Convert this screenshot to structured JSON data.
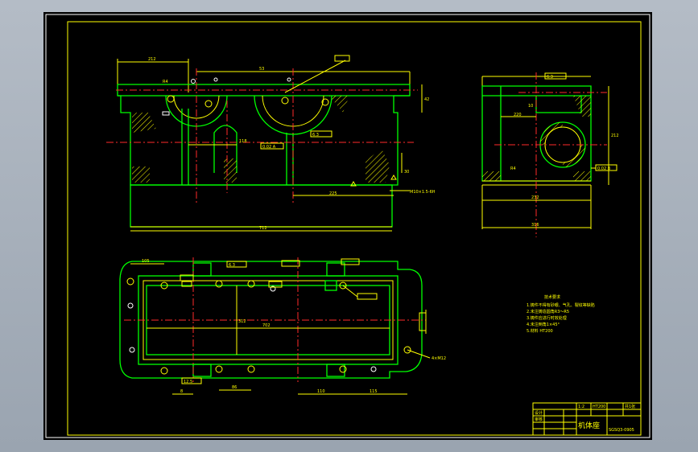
{
  "drawing": {
    "background_color": "#000000",
    "line_colors": {
      "outline": "#00ff00",
      "dimension": "#ffff00",
      "centerline": "#ff2a2a",
      "detail": "#ffffff"
    },
    "front_view": {
      "dims": {
        "top_left": "212",
        "top_mid": "53",
        "height_right": "42",
        "bottom_total": "712",
        "inner_right": "225",
        "inner_mid": "118",
        "small_right": "30"
      },
      "notes": {
        "fillet": "R4",
        "surface": "6.3",
        "tolerance": "0.02 A",
        "thread": "M10×1.5-6H"
      }
    },
    "side_view": {
      "dims": {
        "height": "212",
        "width_top": "220",
        "width_bottom": "232",
        "total": "316",
        "small": "10",
        "fillet": "R4"
      },
      "notes": {
        "surface": "6.3",
        "tolerance": "0.02 B"
      }
    },
    "plan_view": {
      "dims": {
        "left_offset": "105",
        "inner_length": "702",
        "inner_width": "312",
        "bottom_a": "8",
        "bottom_b": "86",
        "bottom_c": "110",
        "bottom_d": "115",
        "hole": "4×M12"
      },
      "notes": {
        "surface": "6.3",
        "roughness": "12.5"
      }
    },
    "technical_requirements": {
      "heading": "技术要求",
      "lines": [
        "1.铸件不得有砂眼、气孔、裂纹等缺陷",
        "2.未注铸造圆角R3～R5",
        "3.铸件应进行时效处理",
        "4.未注倒角1×45°",
        "5.材料 HT200"
      ]
    },
    "title_block": {
      "part_name": "机体座",
      "scale": "1:2",
      "material": "HT200",
      "sheet": "共1张",
      "drawing_no": "SGSQ3-0905",
      "designer": "设计",
      "checker": "审核"
    }
  }
}
